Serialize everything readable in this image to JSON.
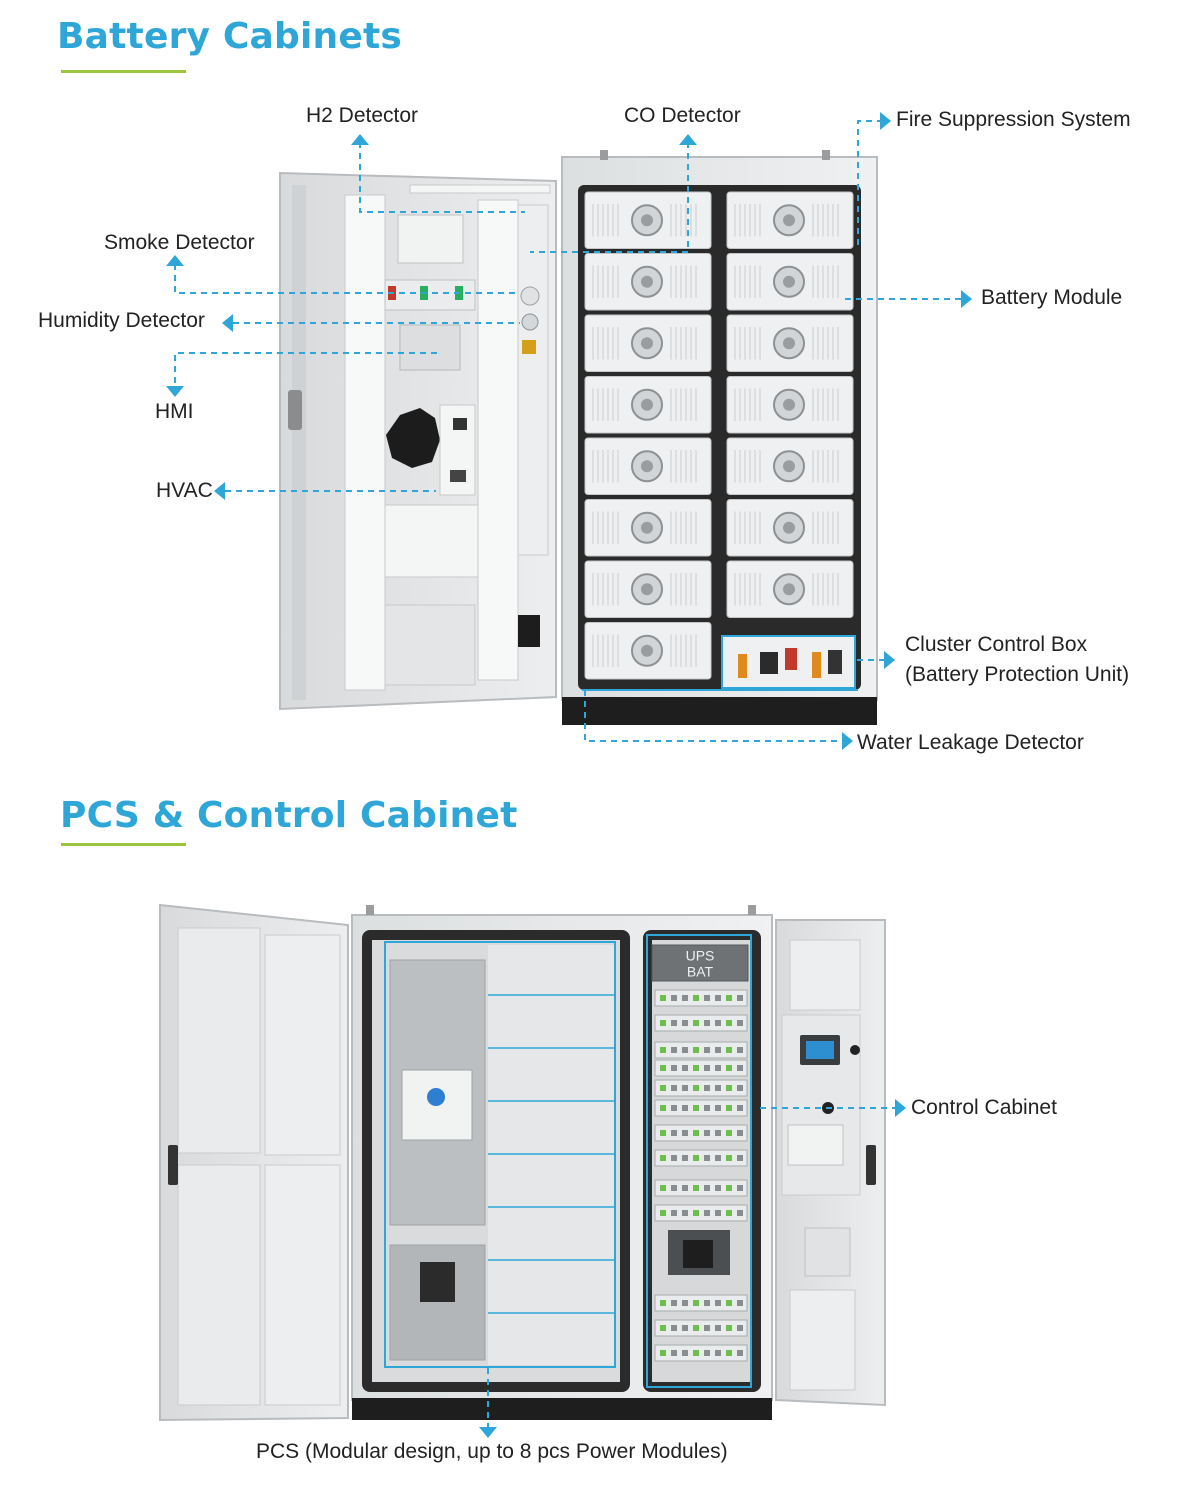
{
  "battery_section": {
    "title": "Battery Cabinets",
    "labels": {
      "h2_detector": "H2 Detector",
      "co_detector": "CO Detector",
      "fire_suppression": "Fire Suppression System",
      "smoke_detector": "Smoke Detector",
      "battery_module": "Battery Module",
      "humidity_detector": "Humidity Detector",
      "hmi": "HMI",
      "hvac": "HVAC",
      "cluster_control_line1": "Cluster Control Box",
      "cluster_control_line2": "(Battery Protection Unit)",
      "water_leakage": "Water Leakage Detector"
    }
  },
  "pcs_section": {
    "title": "PCS & Control Cabinet",
    "labels": {
      "control_cabinet": "Control Cabinet",
      "pcs": "PCS (Modular design, up to 8 pcs Power Modules)",
      "ups": "UPS",
      "bat": "BAT"
    }
  },
  "colors": {
    "accent_blue": "#2ea7d8",
    "underline_green": "#9cc43c",
    "label_text": "#222222",
    "cabinet_body": "#e6e8e9",
    "cabinet_dark": "#1e1e1e"
  },
  "icons": [
    "arrowhead-icon",
    "fan-icon",
    "red-handle-icon",
    "blue-handle-icon",
    "touchscreen-icon"
  ]
}
